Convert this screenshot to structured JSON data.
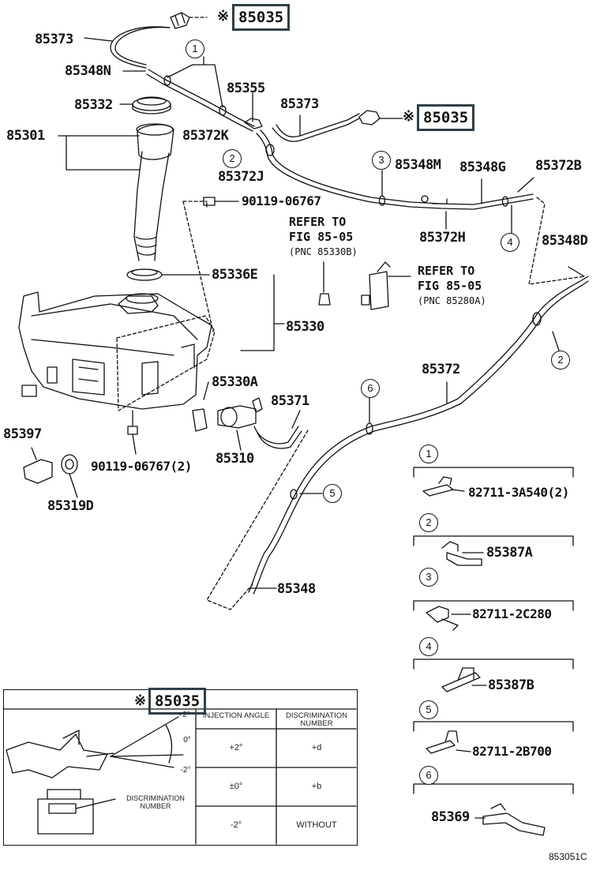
{
  "marker": "※",
  "callouts": {
    "p85373_top": "85373",
    "p85348N": "85348N",
    "p85355": "85355",
    "p85373_mid": "85373",
    "p85332": "85332",
    "p85301": "85301",
    "p85372K": "85372K",
    "p85372J": "85372J",
    "p85348M": "85348M",
    "p85348G": "85348G",
    "p85372B": "85372B",
    "p90119_a": "90119-06767",
    "p85372H": "85372H",
    "p85348D": "85348D",
    "p85336E": "85336E",
    "p85330": "85330",
    "p85372": "85372",
    "p85330A": "85330A",
    "p85371": "85371",
    "p85310": "85310",
    "p85397": "85397",
    "p90119_b": "90119-06767(2)",
    "p85319D": "85319D",
    "p85348": "85348"
  },
  "boxed_refs": {
    "top": "85035",
    "mid": "85035",
    "inset": "85035"
  },
  "refer_notes": {
    "a_line1": "REFER TO",
    "a_line2": "FIG 85-05",
    "a_line3": "(PNC 85330B)",
    "b_line1": "REFER TO",
    "b_line2": "FIG 85-05",
    "b_line3": "(PNC 85280A)"
  },
  "circle_numbers": {
    "c1": "1",
    "c2a": "2",
    "c3": "3",
    "c4": "4",
    "c2b": "2",
    "c6": "6",
    "c5": "5"
  },
  "legend": [
    {
      "num": "1",
      "part": "82711-3A540(2)"
    },
    {
      "num": "2",
      "part": "85387A"
    },
    {
      "num": "3",
      "part": "82711-2C280"
    },
    {
      "num": "4",
      "part": "85387B"
    },
    {
      "num": "5",
      "part": "82711-2B700"
    },
    {
      "num": "6",
      "part": "85369"
    }
  ],
  "inset": {
    "angle_labels": [
      "+2°",
      "0°",
      "-2°"
    ],
    "discrimination_label_1": "DISCRIMINATION",
    "discrimination_label_2": "NUMBER",
    "table": {
      "headers": [
        "INJECTION ANGLE",
        "DISCRIMINATION NUMBER"
      ],
      "rows": [
        [
          "+2°",
          "+d"
        ],
        [
          "±0°",
          "+b"
        ],
        [
          "-2°",
          "WITHOUT"
        ]
      ]
    }
  },
  "figure_code": "853051C"
}
